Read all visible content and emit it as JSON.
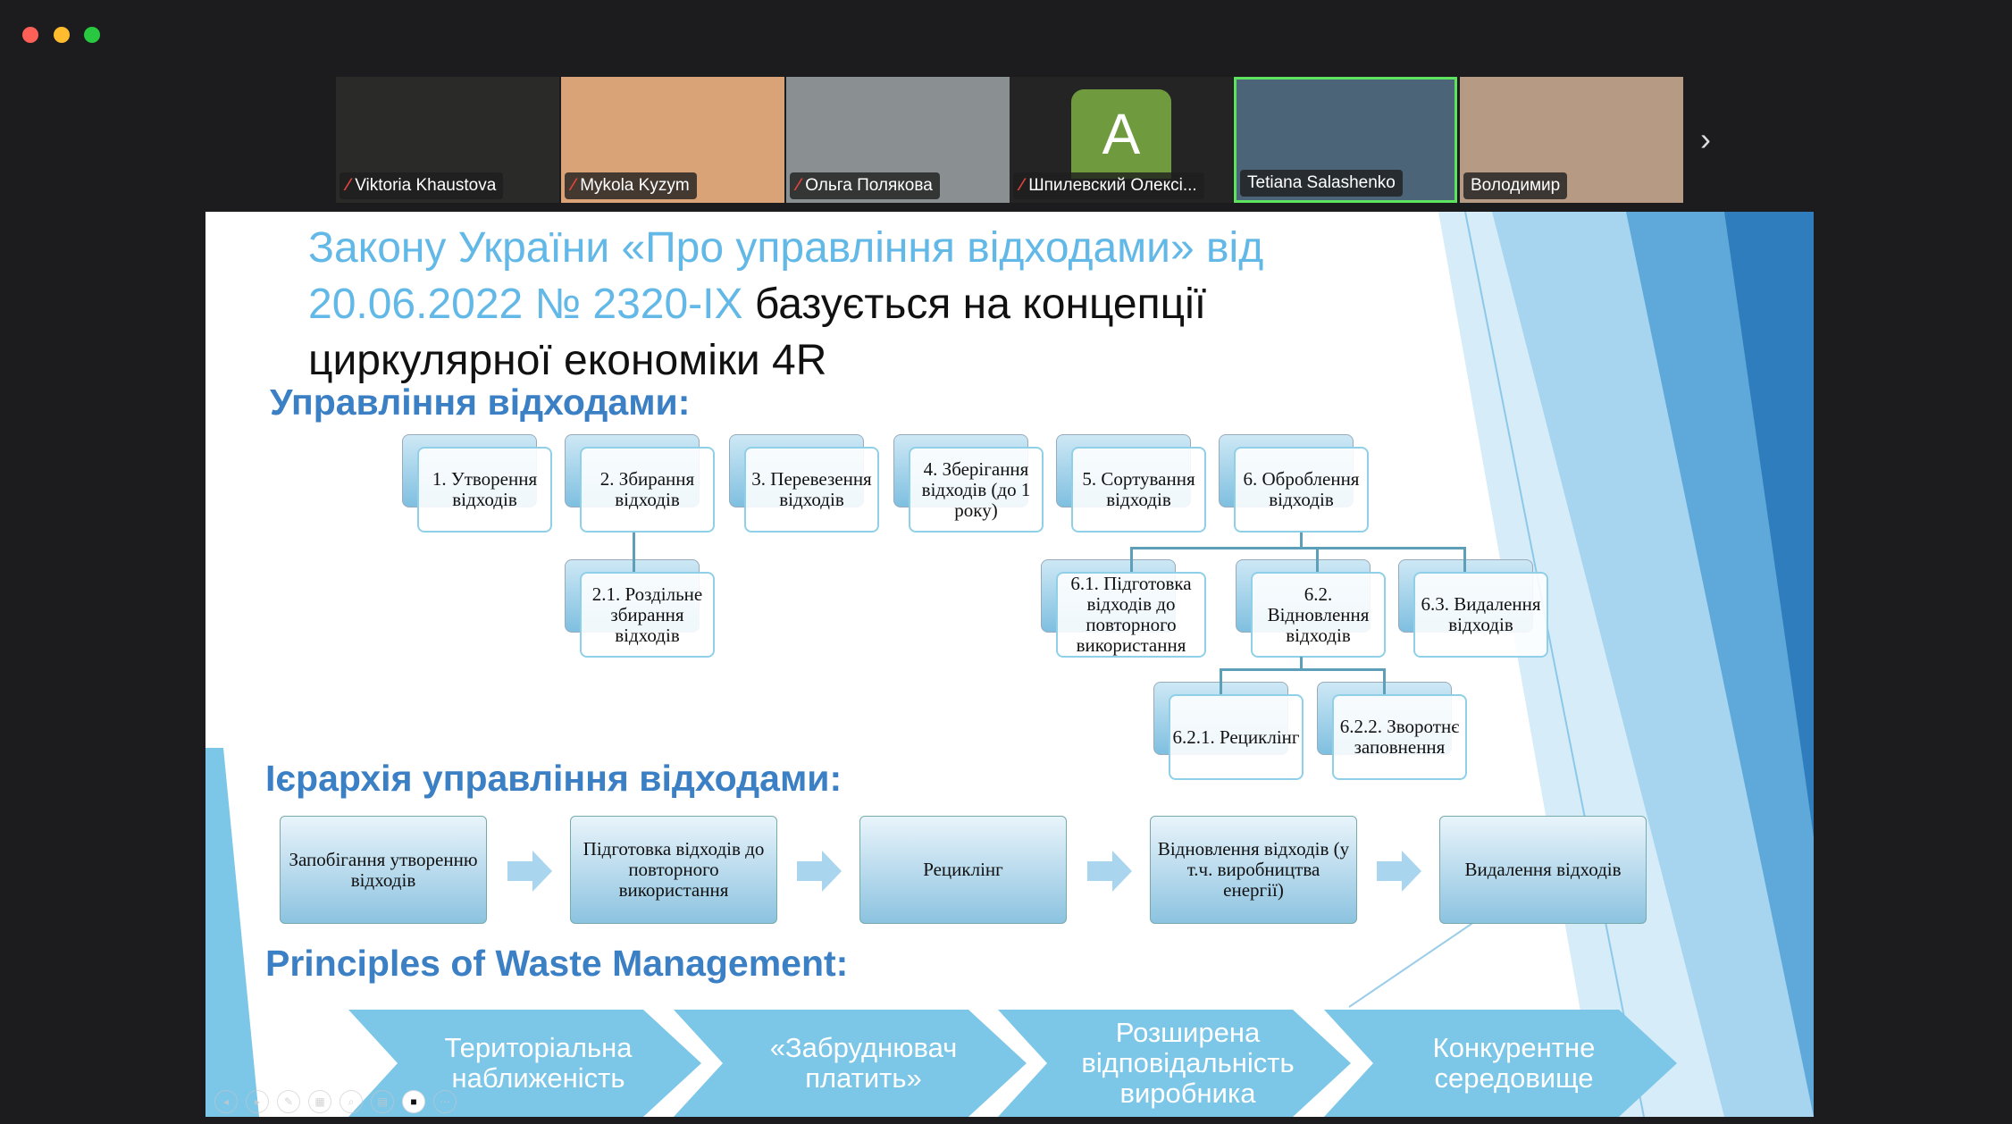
{
  "window": {
    "controls": [
      "close",
      "minimize",
      "maximize"
    ]
  },
  "participants": [
    {
      "name": "Viktoria Khaustova",
      "muted": true,
      "bg": "#2a2a28"
    },
    {
      "name": "Mykola Kyzym",
      "muted": true,
      "bg": "#d9a377"
    },
    {
      "name": "Ольга Полякова",
      "muted": true,
      "bg": "#8a8f92"
    },
    {
      "name": "Шпилевский Олексі...",
      "muted": true,
      "bg": "#242424",
      "avatar": "A"
    },
    {
      "name": "Tetiana Salashenko",
      "muted": false,
      "bg": "#4b6478",
      "active": true
    },
    {
      "name": "Володимир",
      "muted": false,
      "bg": "#b69a83"
    }
  ],
  "slide": {
    "title": {
      "line1": "Закону України «Про управління відходами» від",
      "line2_blue": "20.06.2022 № 2320-IX",
      "line2_black": " базується на концепції",
      "line3": "циркулярної економіки 4R"
    },
    "management_heading": "Управління відходами:",
    "management_steps": [
      "1. Утворення відходів",
      "2.  Збирання відходів",
      "3. Перевезення відходів",
      "4. Зберігання відходів (до 1 року)",
      "5. Сортування відходів",
      "6. Оброблення відходів"
    ],
    "substep_2_1": "2.1. Роздільне збирання відходів",
    "substeps_6": [
      "6.1. Підготовка відходів до повторного використання",
      "6.2. Відновлення відходів",
      "6.3. Видалення відходів"
    ],
    "substeps_6_2": [
      "6.2.1. Рециклінг",
      "6.2.2. Зворотнє заповнення"
    ],
    "hierarchy_heading": "Ієрархія управління відходами:",
    "hierarchy": [
      "Запобігання утворенню відходів",
      "Підготовка відходів до повторного використання",
      "Рециклінг",
      "Відновлення відходів (у т.ч. виробництва енергії)",
      "Видалення відходів"
    ],
    "principles_heading": "Principles of Waste Management:",
    "principles": [
      "Територіальна наближеність",
      "«Забруднювач платить»",
      "Розширена відповідальність виробника",
      "Конкурентне середовище"
    ]
  },
  "slide_toolbar": [
    "prev-icon",
    "next-icon",
    "pen-icon",
    "slides-icon",
    "zoom-icon",
    "subtitles-icon",
    "camera-icon",
    "more-icon"
  ],
  "colors": {
    "title_blue": "#62b8e6",
    "heading_blue": "#3b7fc4",
    "chevron": "#7cc6e8",
    "active_border": "#5ee35e"
  }
}
